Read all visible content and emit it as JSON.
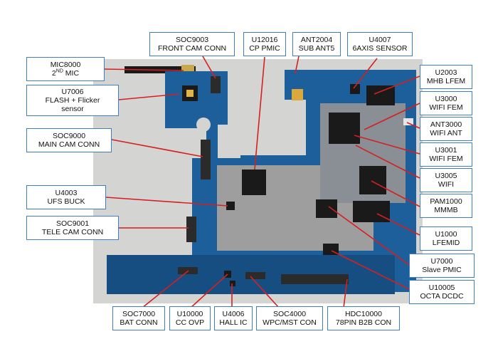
{
  "labels": {
    "soc9003": {
      "line1": "SOC9003",
      "line2": "FRONT CAM CONN"
    },
    "u12016": {
      "line1": "U12016",
      "line2": "CP PMIC"
    },
    "ant2004": {
      "line1": "ANT2004",
      "line2": "SUB ANT5"
    },
    "u4007": {
      "line1": "U4007",
      "line2": "6AXIS SENSOR"
    },
    "mic8000": {
      "line1": "MIC8000",
      "line2_num": "2",
      "line2_sup": "ND",
      "line2_rest": " MIC"
    },
    "u7006": {
      "line1": "U7006",
      "line2": "FLASH + Flicker",
      "line3": "sensor"
    },
    "soc9000": {
      "line1": "SOC9000",
      "line2": "MAIN CAM CONN"
    },
    "u4003": {
      "line1": "U4003",
      "line2": "UFS BUCK"
    },
    "soc9001": {
      "line1": "SOC9001",
      "line2": "TELE CAM CONN"
    },
    "u2003": {
      "line1": "U2003",
      "line2": "MHB LFEM"
    },
    "u3000": {
      "line1": "U3000",
      "line2": "WIFI FEM"
    },
    "ant3000": {
      "line1": "ANT3000",
      "line2": "WIFI ANT"
    },
    "u3001": {
      "line1": "U3001",
      "line2": "WIFI FEM"
    },
    "u3005": {
      "line1": "U3005",
      "line2": "WIFI"
    },
    "pam1000": {
      "line1": "PAM1000",
      "line2": "MMMB"
    },
    "u1000": {
      "line1": "U1000",
      "line2": "LFEMID"
    },
    "u7000": {
      "line1": "U7000",
      "line2": "Slave PMIC"
    },
    "u10005": {
      "line1": "U10005",
      "line2": "OCTA DCDC"
    },
    "soc7000": {
      "line1": "SOC7000",
      "line2": "BAT CONN"
    },
    "u10000": {
      "line1": "U10000",
      "line2": "CC OVP"
    },
    "u4006": {
      "line1": "U4006",
      "line2": "HALL IC"
    },
    "soc4000": {
      "line1": "SOC4000",
      "line2": "WPC/MST CON"
    },
    "hdc10000": {
      "line1": "HDC10000",
      "line2": "78PIN B2B CON"
    }
  },
  "colors": {
    "pcb": "#1d5f9a",
    "pcb_dark": "#174e82",
    "chip": "#1a1a1a",
    "shield": "#a8a8a8",
    "leader": "#d42020",
    "label_border": "#3d7fc1"
  }
}
